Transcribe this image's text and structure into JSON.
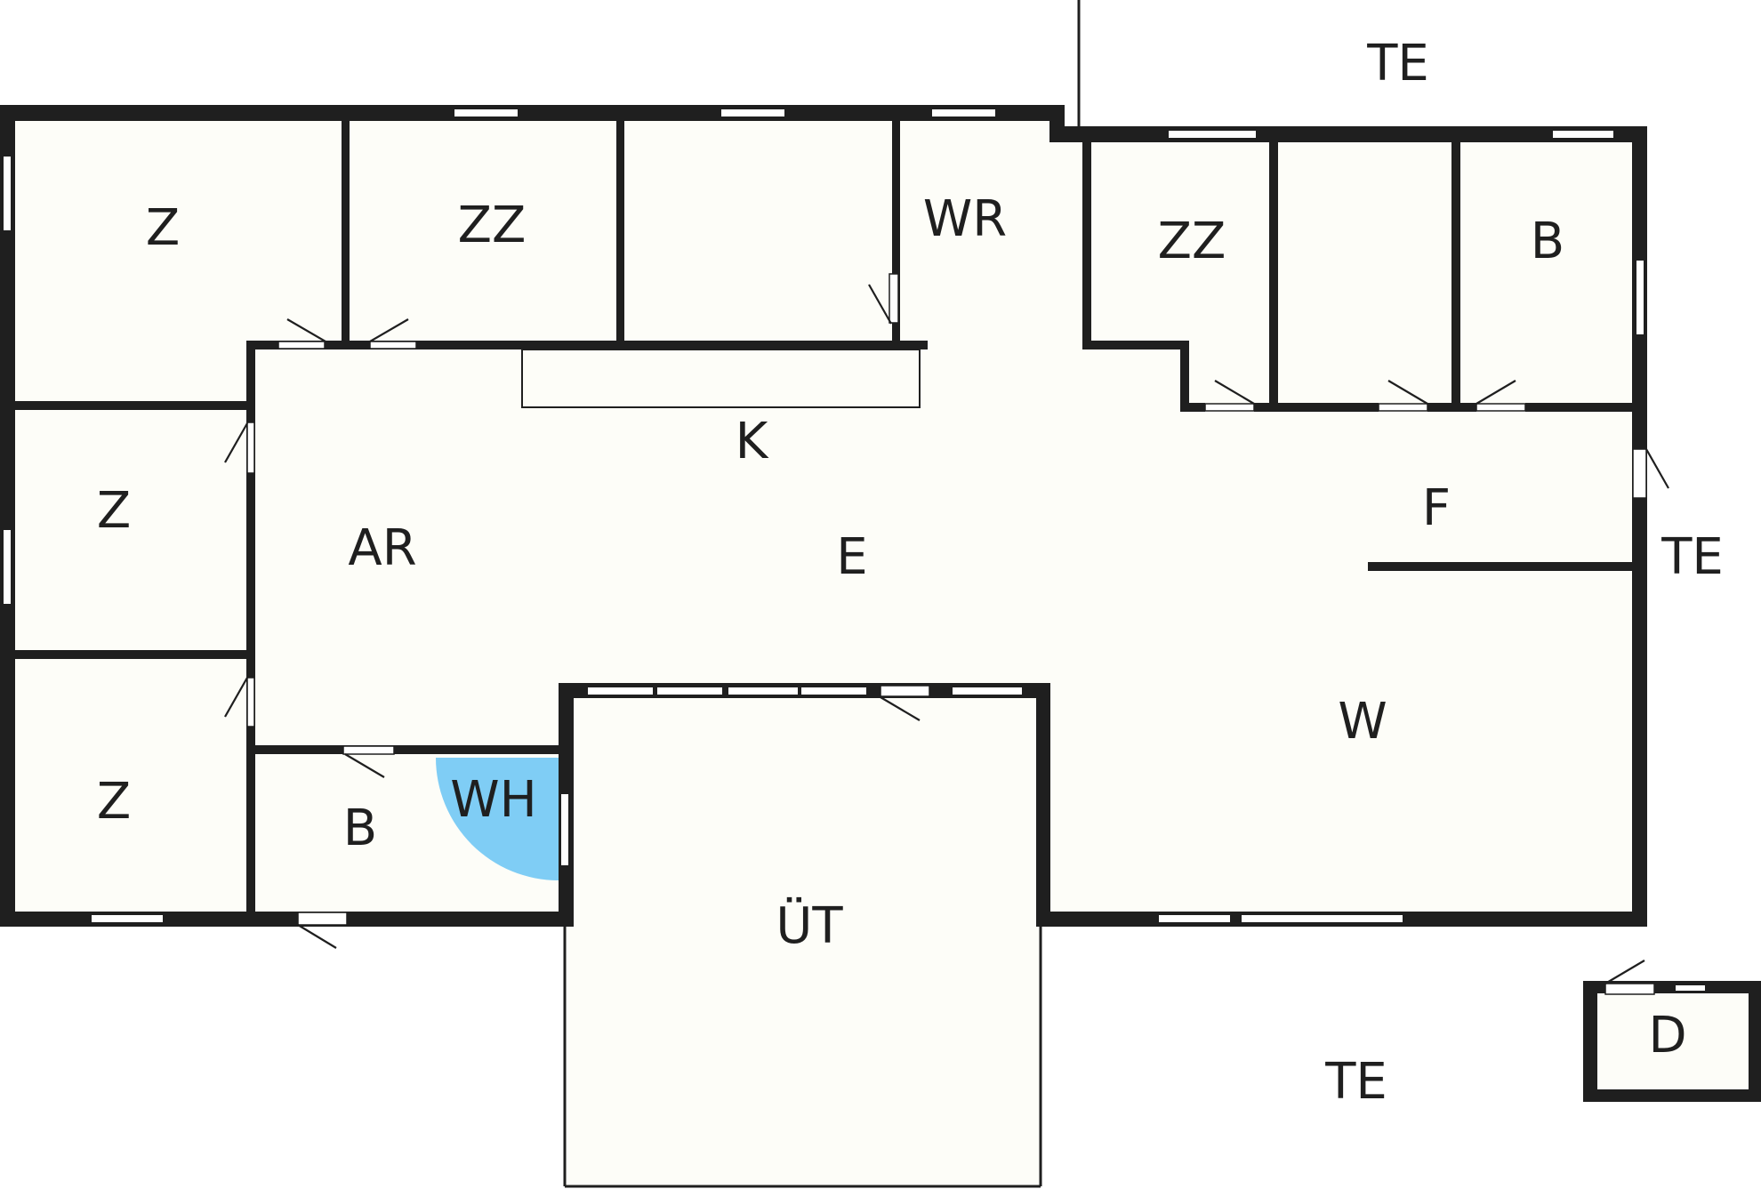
{
  "plan": {
    "colors": {
      "wall": "#1f1f1f",
      "floor": "#fdfdf8",
      "hot_tub": "#7fcdf5"
    },
    "labels": {
      "te_top": "TE",
      "te_right": "TE",
      "te_bottom": "TE",
      "z_top": "Z",
      "zz_left": "ZZ",
      "wr": "WR",
      "zz_right": "ZZ",
      "b_right": "B",
      "k": "K",
      "z_mid": "Z",
      "ar": "AR",
      "e": "E",
      "f": "F",
      "w": "W",
      "z_bottom": "Z",
      "b_left": "B",
      "wh": "WH",
      "ut": "ÜT",
      "d": "D"
    }
  }
}
